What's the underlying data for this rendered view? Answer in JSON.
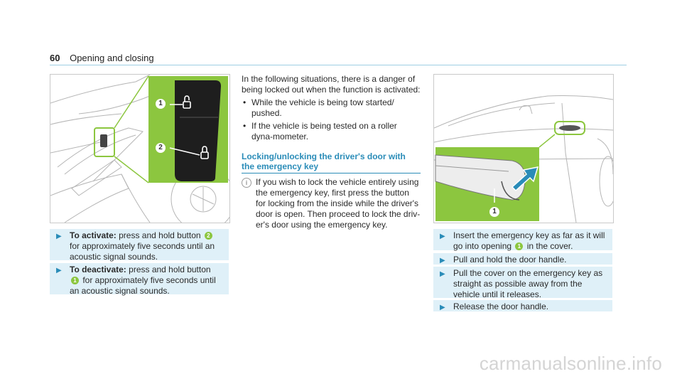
{
  "header": {
    "page_number": "60",
    "title": "Opening and closing"
  },
  "figure_left": {
    "callouts": [
      "1",
      "2"
    ]
  },
  "figure_right": {
    "callouts": [
      "1"
    ]
  },
  "left_steps": [
    {
      "bold": "To activate:",
      "pre": " press and hold button ",
      "badge": "2",
      "post": " for approximately five seconds until an acoustic signal sounds."
    },
    {
      "bold": "To deactivate:",
      "pre": " press and hold button ",
      "badge": "1",
      "post": " for approximately five seconds until an acoustic signal sounds."
    }
  ],
  "middle": {
    "intro": "In the following situations, there is a danger of being locked out when the function is activated:",
    "bullets": [
      "While the vehicle is being tow started/ pushed.",
      "If the vehicle is being tested on a roller dyna-mometer."
    ],
    "section_heading": "Locking/unlocking the driver's door with the emergency key",
    "note_icon": "info-icon",
    "note": "If you wish to lock the vehicle entirely using the emergency key, first press the button for locking from the inside while the driver's door is open. Then proceed to lock the driv-er's door using the emergency key."
  },
  "right_steps": [
    {
      "pre": "Insert the emergency key as far as it will go into opening ",
      "badge": "1",
      "post": " in the cover."
    },
    {
      "pre": "Pull and hold the door handle.",
      "badge": "",
      "post": ""
    },
    {
      "pre": "Pull the cover on the emergency key as straight as possible away from the vehicle until it releases.",
      "badge": "",
      "post": ""
    },
    {
      "pre": "Release the door handle.",
      "badge": "",
      "post": ""
    }
  ],
  "watermark": "carmanualsonline.info",
  "colors": {
    "accent": "#2a8cb8",
    "highlight": "#8cc63f",
    "step_bg": "#dff0f8"
  }
}
